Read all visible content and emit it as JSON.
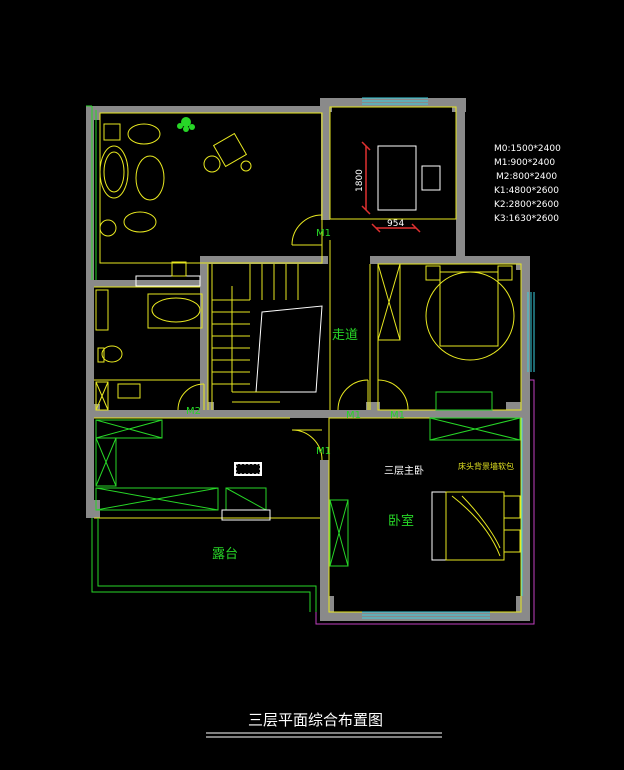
{
  "rooms": {
    "corridor": "走道",
    "terrace": "露台",
    "bedroom": "卧室",
    "master_bedroom": "三层主卧",
    "wall_tv_note": "床头背景墙软包"
  },
  "doors": [
    "M1",
    "M1",
    "M1",
    "M1",
    "M2"
  ],
  "dimensions": {
    "width": "954",
    "height": "1800"
  },
  "legend": [
    "M0:1500*2400",
    "M1:900*2400",
    "M2:800*2400",
    "K1:4800*2600",
    "K2:2800*2600",
    "K3:1630*2600"
  ],
  "drawing_title": "三层平面综合布置图",
  "colors": {
    "wall": "#8a8a8a",
    "wall_line": "#e8e820",
    "furniture": "#27d627",
    "window": "#3ad0e0",
    "outline": "#c040c0"
  }
}
